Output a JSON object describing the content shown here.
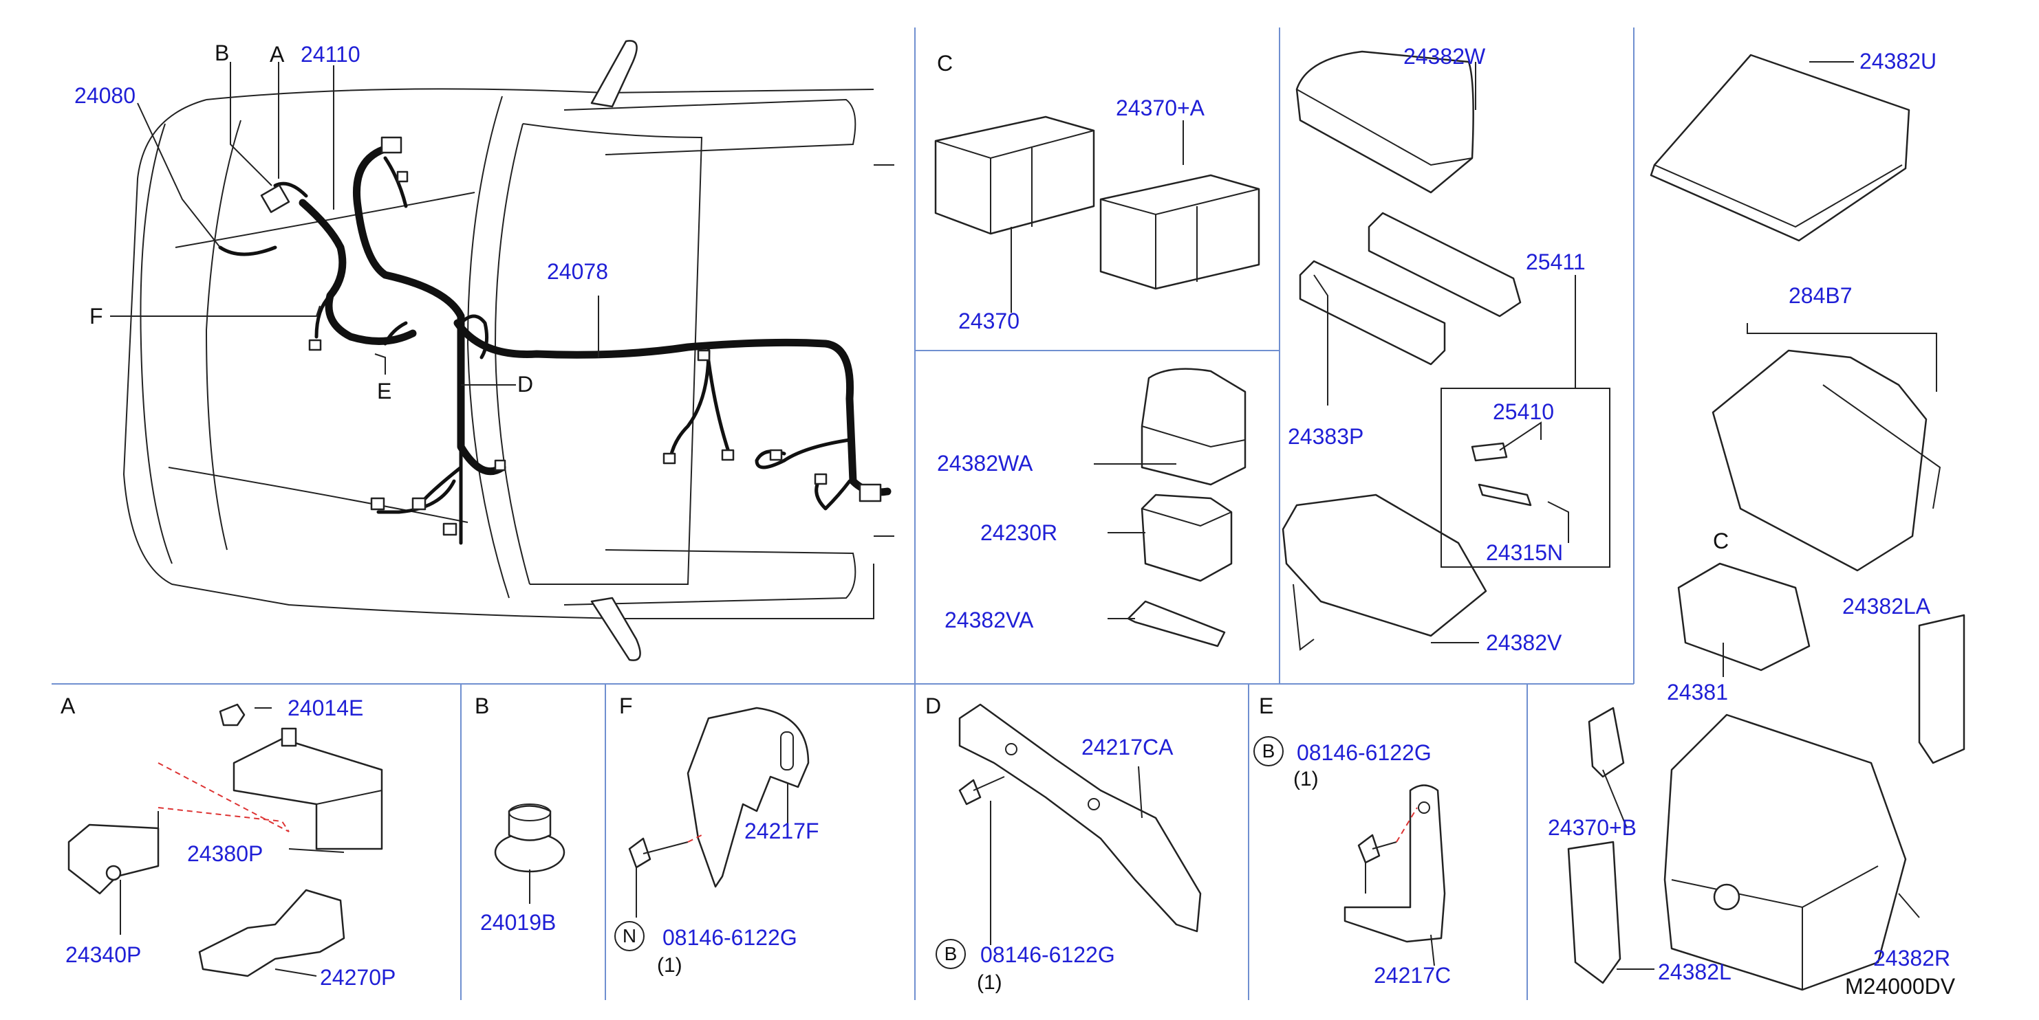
{
  "sections": {
    "A": "A",
    "B": "B",
    "C_top": "C",
    "C_small": "C",
    "D": "D",
    "E": "E",
    "F": "F"
  },
  "car_callouts": {
    "B": "B",
    "A": "A",
    "F": "F",
    "E": "E",
    "D": "D"
  },
  "parts": {
    "p24080": "24080",
    "p24110": "24110",
    "p24078": "24078",
    "p24370": "24370",
    "p24370A": "24370+A",
    "p24382WA": "24382WA",
    "p24230R": "24230R",
    "p24382VA": "24382VA",
    "p24382W": "24382W",
    "p25411": "25411",
    "p24383P": "24383P",
    "p25410": "25410",
    "p24315N": "24315N",
    "p24382V": "24382V",
    "p24382U": "24382U",
    "p284B7": "284B7",
    "p24381": "24381",
    "p24382LA": "24382LA",
    "p24014E": "24014E",
    "p24380P": "24380P",
    "p24340P": "24340P",
    "p24270P": "24270P",
    "p24019B": "24019B",
    "p24217F": "24217F",
    "p08146_F": "08146-6122G",
    "p24217CA": "24217CA",
    "p08146_D": "08146-6122G",
    "p08146_E": "08146-6122G",
    "p24217C": "24217C",
    "p24370B": "24370+B",
    "p24382L": "24382L",
    "p24382R": "24382R"
  },
  "bolt_markers": {
    "F": "N",
    "D": "B",
    "E": "B"
  },
  "quantities": {
    "F": "(1)",
    "D": "(1)",
    "E": "(1)"
  },
  "diagram_code": "M24000DV",
  "colors": {
    "part_number": "#1f1fd6",
    "divider": "#6f8fd0",
    "leader": "#222222",
    "dashed": "#dd3333"
  }
}
